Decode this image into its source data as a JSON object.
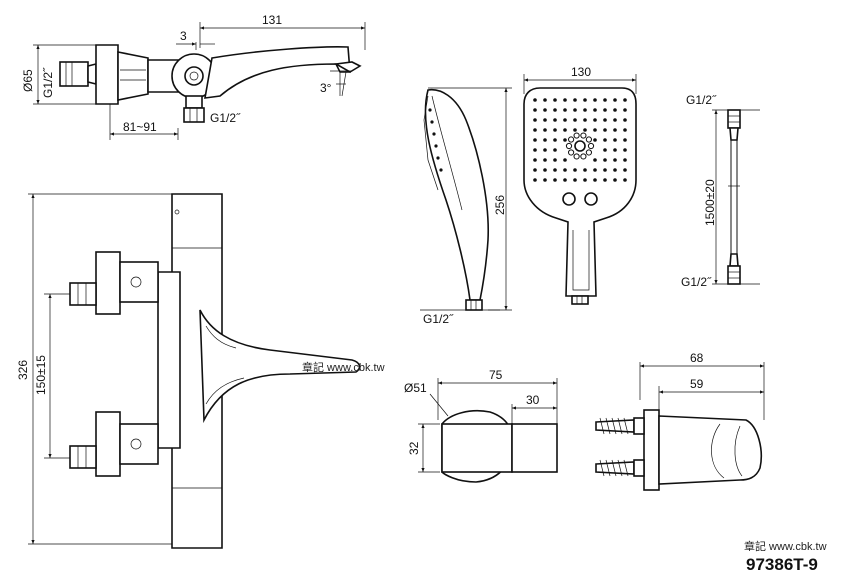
{
  "top_view": {
    "dim_length": "131",
    "dim_offset": "3",
    "dim_height": "Ø65",
    "dim_inlet": "G1/2˝",
    "dim_outlet": "G1/2˝",
    "dim_spacing": "81~91",
    "dim_angle": "3°"
  },
  "front_view": {
    "dim_total": "326",
    "dim_center": "150±15"
  },
  "hand_shower": {
    "dim_width": "130",
    "dim_length": "256",
    "dim_thread": "G1/2˝"
  },
  "hose": {
    "dim_top": "G1/2˝",
    "dim_length": "1500±20",
    "dim_bottom": "G1/2˝"
  },
  "holder": {
    "dim_dia": "Ø51",
    "dim_length": "75",
    "dim_part": "30",
    "dim_height": "32"
  },
  "bracket": {
    "dim_total": "68",
    "dim_part": "59"
  },
  "watermark": {
    "center": "章記 www.cbk.tw",
    "corner": "章記 www.cbk.tw"
  },
  "model": "97386T-9"
}
